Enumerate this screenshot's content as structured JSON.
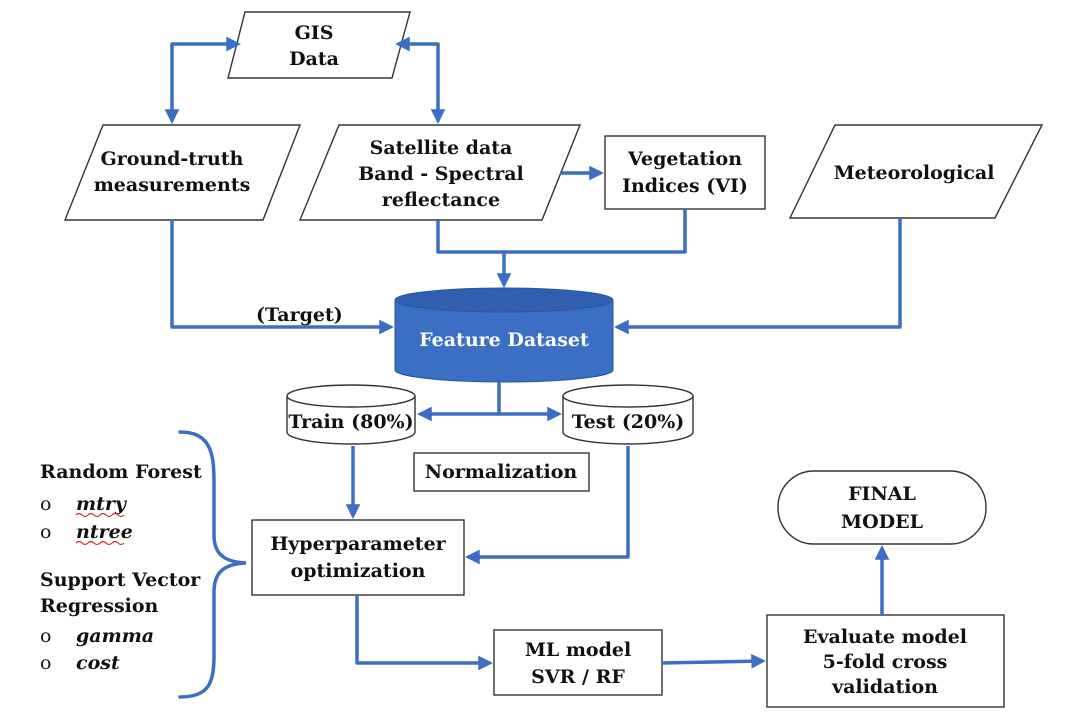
{
  "nodes": {
    "gis": [
      "GIS",
      "Data"
    ],
    "ground_truth": [
      "Ground-truth",
      "measurements"
    ],
    "satellite": [
      "Satellite data",
      "Band - Spectral",
      "reflectance"
    ],
    "vegetation": [
      "Vegetation",
      "Indices (VI)"
    ],
    "meteorological": "Meteorological",
    "target_label": "(Target)",
    "feature_dataset": "Feature Dataset",
    "train": "Train (80%)",
    "test": "Test (20%)",
    "normalization": "Normalization",
    "hyperparameter": [
      "Hyperparameter",
      "optimization"
    ],
    "ml_model": [
      "ML model",
      "SVR / RF"
    ],
    "evaluate": [
      "Evaluate model",
      "5-fold cross",
      "validation"
    ],
    "final_model": [
      "FINAL",
      "MODEL"
    ]
  },
  "params": {
    "rf_title": "Random Forest",
    "rf_items": [
      "mtry",
      "ntree"
    ],
    "svr_title": [
      "Support Vector",
      "Regression"
    ],
    "svr_items": [
      "gamma",
      "cost"
    ],
    "bullet": "o"
  },
  "colors": {
    "arrow": "#3a6fc4",
    "feature_fill": "#3a6fc4",
    "feature_top": "#2f5fae",
    "outline": "#333333",
    "underline": "#cc2a2a"
  }
}
